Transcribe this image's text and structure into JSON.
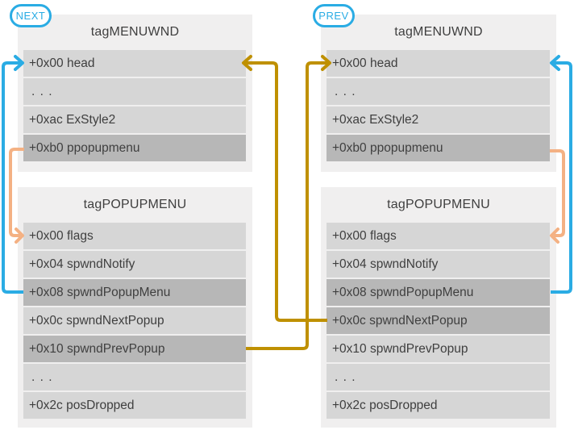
{
  "colors": {
    "blue": "#2aace4",
    "gold": "#bf9000",
    "orange": "#f4b183",
    "container_bg": "#f0efef",
    "row_bg": "#d6d6d6",
    "row_highlight_bg": "#b7b7b7",
    "text": "#3f3f3f"
  },
  "columns": [
    {
      "badge": "NEXT",
      "menuwnd": {
        "title": "tagMENUWND",
        "rows": [
          "+0x00 head",
          ". . .",
          "+0xac ExStyle2",
          "+0xb0 ppopupmenu"
        ],
        "highlighted": [
          "+0xb0 ppopupmenu"
        ]
      },
      "popupmenu": {
        "title": "tagPOPUPMENU",
        "rows": [
          "+0x00 flags",
          "+0x04 spwndNotify",
          "+0x08 spwndPopupMenu",
          "+0x0c spwndNextPopup",
          "+0x10 spwndPrevPopup",
          ". . .",
          "+0x2c posDropped"
        ],
        "highlighted": [
          "+0x08 spwndPopupMenu",
          "+0x10 spwndPrevPopup"
        ]
      }
    },
    {
      "badge": "PREV",
      "menuwnd": {
        "title": "tagMENUWND",
        "rows": [
          "+0x00 head",
          ". . .",
          "+0xac ExStyle2",
          "+0xb0 ppopupmenu"
        ],
        "highlighted": [
          "+0xb0 ppopupmenu"
        ]
      },
      "popupmenu": {
        "title": "tagPOPUPMENU",
        "rows": [
          "+0x00 flags",
          "+0x04 spwndNotify",
          "+0x08 spwndPopupMenu",
          "+0x0c spwndNextPopup",
          "+0x10 spwndPrevPopup",
          ". . .",
          "+0x2c posDropped"
        ],
        "highlighted": [
          "+0x08 spwndPopupMenu",
          "+0x0c spwndNextPopup"
        ]
      }
    }
  ],
  "arrows": [
    {
      "id": "next-spwndpopupmenu-to-next-head",
      "color_key": "blue",
      "from": "NEXT tagPOPUPMENU +0x08 spwndPopupMenu",
      "to": "NEXT tagMENUWND +0x00 head"
    },
    {
      "id": "next-ppopupmenu-to-next-flags",
      "color_key": "orange",
      "from": "NEXT tagMENUWND +0xb0 ppopupmenu",
      "to": "NEXT tagPOPUPMENU +0x00 flags"
    },
    {
      "id": "prev-spwndnextpopup-to-next-head",
      "color_key": "gold",
      "from": "PREV tagPOPUPMENU +0x0c spwndNextPopup",
      "to": "NEXT tagMENUWND +0x00 head"
    },
    {
      "id": "next-spwndprevpopup-to-prev-head",
      "color_key": "gold",
      "from": "NEXT tagPOPUPMENU +0x10 spwndPrevPopup",
      "to": "PREV tagMENUWND +0x00 head"
    },
    {
      "id": "prev-spwndpopupmenu-to-prev-head",
      "color_key": "blue",
      "from": "PREV tagPOPUPMENU +0x08 spwndPopupMenu",
      "to": "PREV tagMENUWND +0x00 head"
    },
    {
      "id": "prev-ppopupmenu-to-prev-flags",
      "color_key": "orange",
      "from": "PREV tagMENUWND +0xb0 ppopupmenu",
      "to": "PREV tagPOPUPMENU +0x00 flags"
    }
  ]
}
